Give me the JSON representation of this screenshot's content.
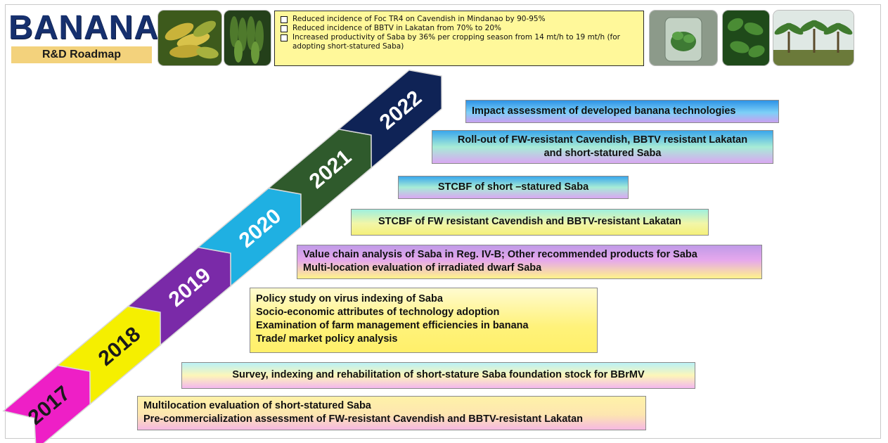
{
  "logo": {
    "word": "BANANA",
    "subtitle": "R&D Roadmap"
  },
  "outcomes": [
    "Reduced incidence of Foc TR4 on Cavendish in Mindanao by 90-95%",
    "Reduced incidence of BBTV in Lakatan from 70% to 20%",
    "Increased productivity of Saba by 36% per cropping season from 14 mt/h to 19 mt/h  (for adopting short-statured Saba)"
  ],
  "years": [
    {
      "label": "2017",
      "color": "#ee1fc6",
      "text_color": "#1a1a1a"
    },
    {
      "label": "2018",
      "color": "#f5ef00",
      "text_color": "#1a1a1a"
    },
    {
      "label": "2019",
      "color": "#7a2aa8",
      "text_color": "#ffffff"
    },
    {
      "label": "2020",
      "color": "#1fb0e2",
      "text_color": "#ffffff"
    },
    {
      "label": "2021",
      "color": "#2f5a2c",
      "text_color": "#ffffff"
    },
    {
      "label": "2022",
      "color": "#0f2356",
      "text_color": "#ffffff"
    }
  ],
  "activities": {
    "a2022": [
      "Impact assessment of developed banana technologies"
    ],
    "a2021": [
      "Roll-out of FW-resistant Cavendish, BBTV resistant Lakatan",
      "and short-statured Saba"
    ],
    "a2020b": [
      "STCBF of short –statured Saba"
    ],
    "a2020": [
      "STCBF of FW resistant Cavendish and BBTV-resistant Lakatan"
    ],
    "a2019": [
      "Value chain analysis of Saba in Reg. IV-B; Other recommended products for Saba",
      "Multi-location evaluation of irradiated dwarf Saba"
    ],
    "a2018": [
      "Policy study on virus indexing of Saba",
      "Socio-economic attributes of technology adoption",
      "Examination of farm management efficiencies in banana",
      "Trade/ market policy analysis"
    ],
    "a2017b": [
      "Survey, indexing and rehabilitation of short-stature Saba foundation stock for BBrMV"
    ],
    "a2017": [
      "Multilocation evaluation of short-statured Saba",
      "Pre-commercialization assessment of FW-resistant Cavendish and BBTV-resistant Lakatan"
    ]
  }
}
